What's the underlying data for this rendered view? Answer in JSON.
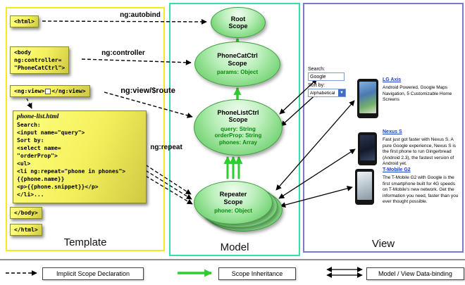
{
  "panels": {
    "template_label": "Template",
    "model_label": "Model",
    "view_label": "View"
  },
  "template": {
    "html_open": "<html>",
    "body_open_lines": [
      "<body",
      "ng:controller=",
      "\"PhoneCatCtrl\">"
    ],
    "ng_view_open": "<ng:view>",
    "ng_view_close": "</ng:view>",
    "phone_list_title": "phone-list.html",
    "phone_list_lines": [
      "Search:",
      "<input name=\"query\">",
      "Sort by:",
      "<select name=",
      "\"orderProp\">",
      "<ul>",
      "<li ng:repeat=\"phone in phones\">",
      "{{phone.name}}",
      "<p>{{phone.snippet}}</p>",
      "</li>..."
    ],
    "body_close": "</body>",
    "html_close": "</html>"
  },
  "model": {
    "root": {
      "line1": "Root",
      "line2": "Scope"
    },
    "phonecat": {
      "line1": "PhoneCatCtrl",
      "line2": "Scope",
      "prop1": "params: Object"
    },
    "phonelist": {
      "line1": "PhoneListCtrl",
      "line2": "Scope",
      "prop1": "query: String",
      "prop2": "orderProp: String",
      "prop3": "phones: Array"
    },
    "repeater": {
      "line1": "Repeater",
      "line2": "Scope",
      "prop1": "phone: Object"
    }
  },
  "arrow_labels": {
    "autobind": "ng:autobind",
    "controller": "ng:controller",
    "view_route": "ng:view/$route",
    "repeat": "ng:repeat"
  },
  "view": {
    "search_label": "Search:",
    "search_value": "Google",
    "sort_label": "Sort by:",
    "sort_value": "Alphabetical",
    "phones": [
      {
        "name": "LG Axis",
        "desc": "Android Powered, Google Maps Navigation, 5 Customizable Home Screens"
      },
      {
        "name": "Nexus S",
        "desc": "Fast just got faster with Nexus S. A pure Google experience, Nexus S is the first phone to run Gingerbread (Android 2.3), the fastest version of Android yet."
      },
      {
        "name": "T-Mobile G2",
        "desc": "The T-Mobile G2 with Google is the first smartphone built for 4G speeds on T-Mobile's new network. Get the information you need, faster than you ever thought possible."
      }
    ]
  },
  "legend": {
    "implicit": "Implicit Scope Declaration",
    "inheritance": "Scope Inheritance",
    "databinding": "Model / View Data-binding"
  },
  "colors": {
    "template_border": "#f0ec20",
    "model_border": "#35e0ae",
    "view_border": "#7a7ad0",
    "scope_green": "#2ecc2e",
    "code_yellow": "#f4f05c",
    "link_blue": "#1a3fbf"
  }
}
